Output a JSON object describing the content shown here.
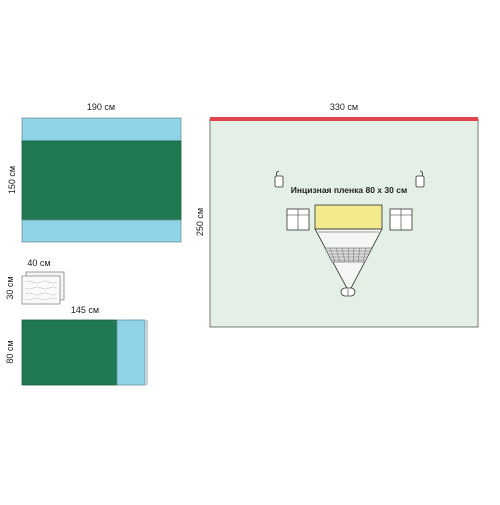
{
  "labels": {
    "drape_1_width": "190 см",
    "drape_1_height": "150 см",
    "towel_width": "40 см",
    "towel_height": "30 см",
    "drape_2_width": "145 см",
    "drape_2_height": "80 см",
    "main_drape_width": "330 см",
    "main_drape_height": "250 см",
    "incise_film": "Инцизная пленка 80 х 30 см"
  },
  "colors": {
    "dark_green": "#1f7a52",
    "light_blue": "#8fd3e6",
    "pale_green": "#e4efe6",
    "red_edge": "#e0464b",
    "yellow_film": "#f2ea8c",
    "outline": "#6a6a6a"
  }
}
